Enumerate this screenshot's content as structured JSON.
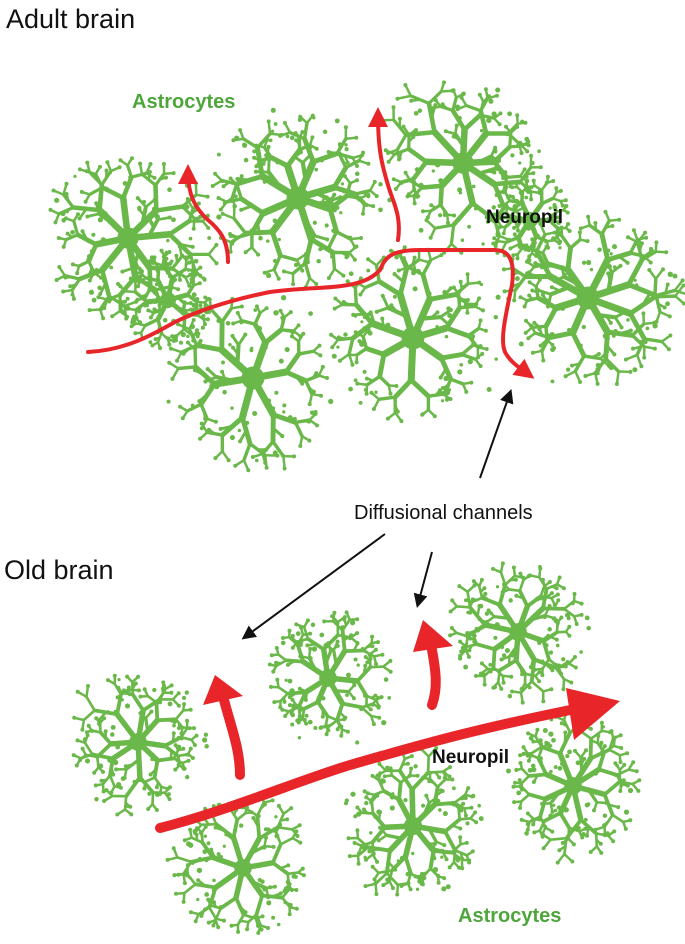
{
  "colors": {
    "astrocyte": "#6bb84a",
    "astrocyte_label": "#4ea63b",
    "flow": "#e8262a",
    "pointer": "#111111"
  },
  "adult": {
    "heading": "Adult brain",
    "astrocytes_label": "Astrocytes",
    "neuropil_label": "Neuropil"
  },
  "old": {
    "heading": "Old brain",
    "astrocytes_label": "Astrocytes",
    "neuropil_label": "Neuropil"
  },
  "channels_label": "Diffusional channels"
}
